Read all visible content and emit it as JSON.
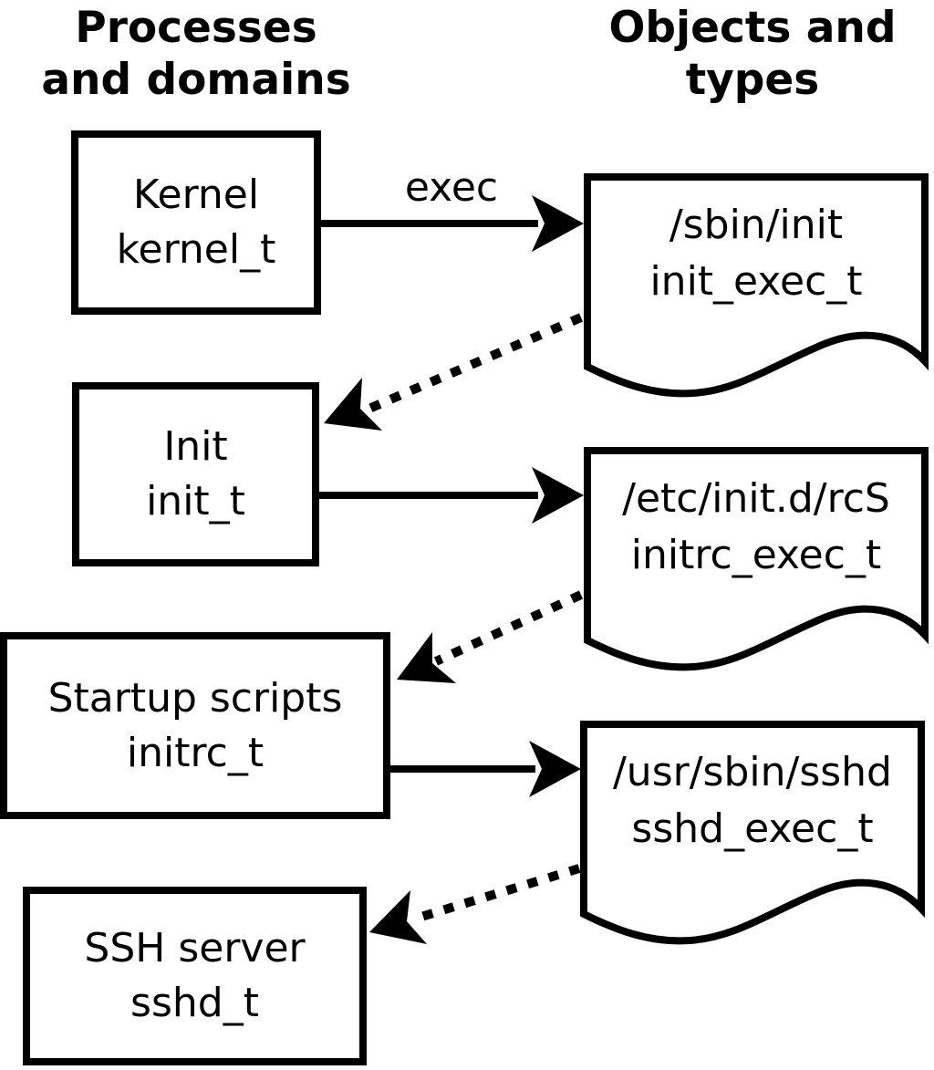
{
  "title_left": {
    "line1": "Processes",
    "line2": "and domains"
  },
  "title_right": {
    "line1": "Objects and",
    "line2": "types"
  },
  "process_boxes": [
    {
      "label": "Kernel",
      "domain": "kernel_t"
    },
    {
      "label": "Init",
      "domain": "init_t"
    },
    {
      "label": "Startup scripts",
      "domain": "initrc_t"
    },
    {
      "label": "SSH server",
      "domain": "sshd_t"
    }
  ],
  "object_files": [
    {
      "path": "/sbin/init",
      "type": "init_exec_t"
    },
    {
      "path": "/etc/init.d/rcS",
      "type": "initrc_exec_t"
    },
    {
      "path": "/usr/sbin/sshd",
      "type": "sshd_exec_t"
    }
  ],
  "edge_labels": {
    "exec": "exec"
  },
  "colors": {
    "line": "#000000",
    "background": "#ffffff"
  }
}
